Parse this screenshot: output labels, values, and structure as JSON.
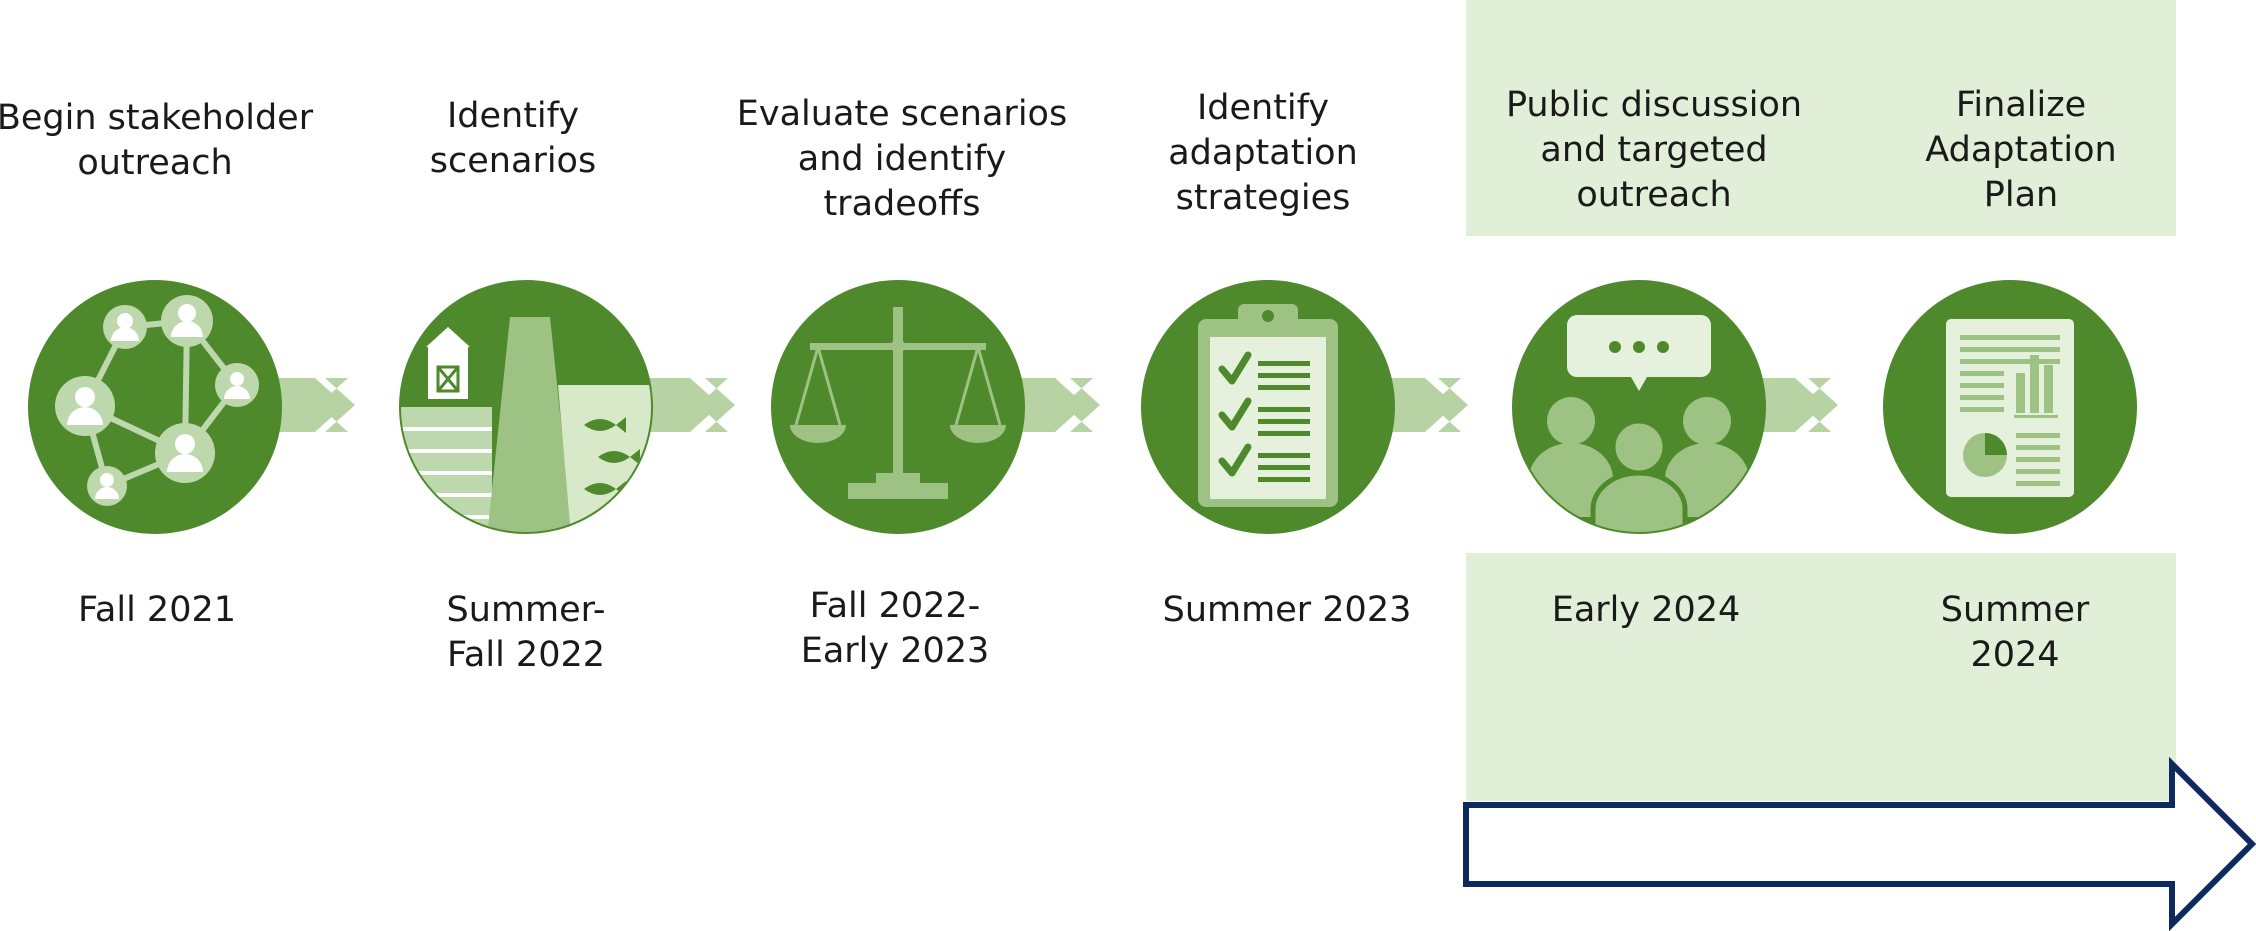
{
  "colors": {
    "circle": "#4e8a2c",
    "icon_light": "#bcd8ac",
    "icon_bright": "#ffffff",
    "chevron": "#b7d3a3",
    "highlight": "#e2efd8",
    "arrow_outline": "#0d2a5e"
  },
  "steps": [
    {
      "title": "Begin stakeholder\noutreach",
      "date": "Fall 2021",
      "icon": "stakeholder-network-icon"
    },
    {
      "title": "Identify\nscenarios",
      "date": "Summer-\nFall 2022",
      "icon": "farm-river-fish-icon"
    },
    {
      "title": "Evaluate scenarios\nand identify\ntradeoffs",
      "date": "Fall 2022-\nEarly 2023",
      "icon": "balance-scale-icon"
    },
    {
      "title": "Identify\nadaptation\nstrategies",
      "date": "Summer 2023",
      "icon": "checklist-clipboard-icon"
    },
    {
      "title": "Public discussion\nand targeted\noutreach",
      "date": "Early 2024",
      "icon": "group-discussion-icon"
    },
    {
      "title": "Finalize\nAdaptation\nPlan",
      "date": "Summer\n2024",
      "icon": "report-document-icon"
    }
  ]
}
